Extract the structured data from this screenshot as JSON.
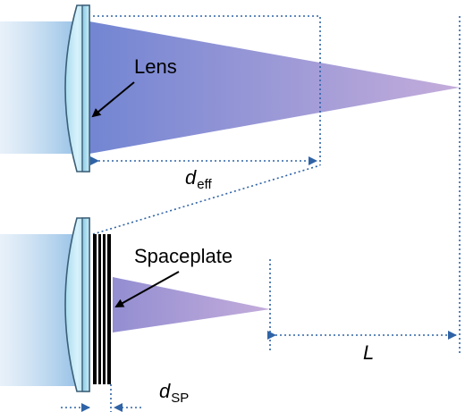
{
  "labels": {
    "lens": "Lens",
    "spaceplate": "Spaceplate",
    "d_eff_var": "d",
    "d_eff_sub": "eff",
    "L": "L",
    "d_sp_var": "d",
    "d_sp_sub": "SP"
  },
  "colors": {
    "beam_left": "#6b7fd0",
    "beam_right": "#b9a7d8",
    "lens_fill": "#bfe6f3",
    "lens_edge": "#3b5f77",
    "dotted_line": "#2f63a6",
    "arrow": "#000000"
  }
}
